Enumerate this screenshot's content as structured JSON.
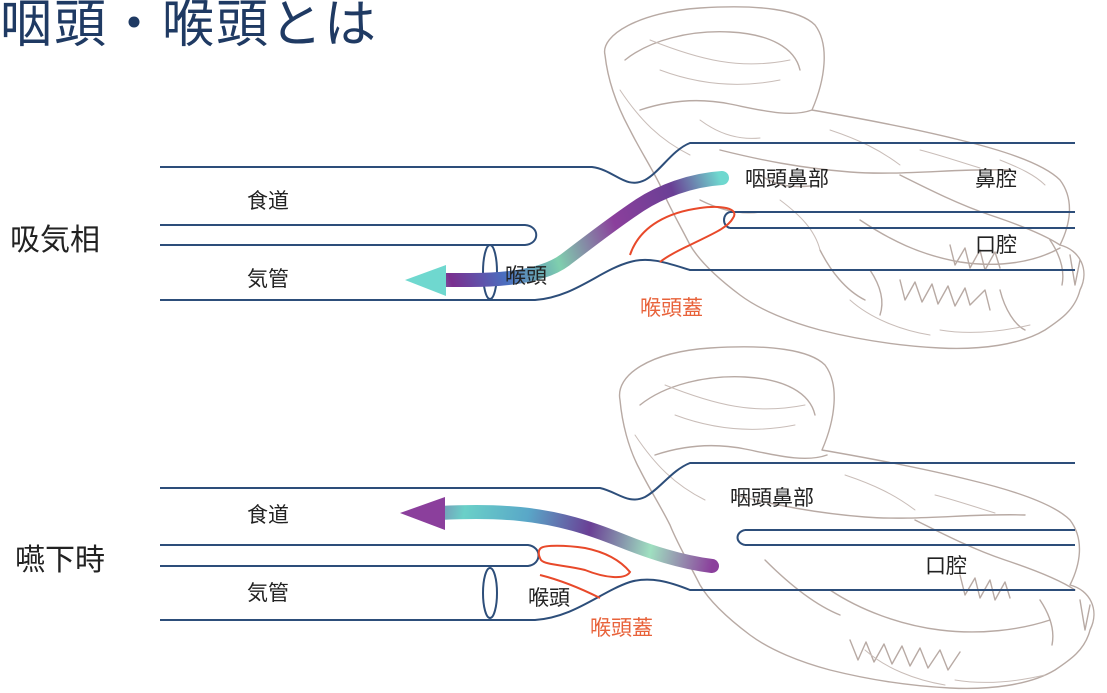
{
  "title": "咽頭・喉頭とは",
  "diagrams": [
    {
      "phase": "吸気相",
      "labels": {
        "esophagus": "食道",
        "trachea": "気管",
        "larynx": "喉頭",
        "nasopharynx": "咽頭鼻部",
        "nasal_cavity": "鼻腔",
        "oral_cavity": "口腔",
        "epiglottis": "喉頭蓋"
      }
    },
    {
      "phase": "嚥下時",
      "labels": {
        "esophagus": "食道",
        "trachea": "気管",
        "larynx": "喉頭",
        "nasopharynx": "咽頭鼻部",
        "oral_cavity": "口腔",
        "epiglottis": "喉頭蓋"
      }
    }
  ],
  "colors": {
    "tube": "#2d4e7a",
    "epiglottis": "#e8492a",
    "label_accent": "#e8623a",
    "skull": "#b8aaa4",
    "arrow_gradient": [
      "#6fe0d6",
      "#9fd6b3",
      "#5a7fc8",
      "#7a2f8f",
      "#a04aa8"
    ]
  },
  "icons": [
    "dog-skull-illustration",
    "airflow-arrow-icon",
    "swallow-flow-arrow-icon"
  ]
}
